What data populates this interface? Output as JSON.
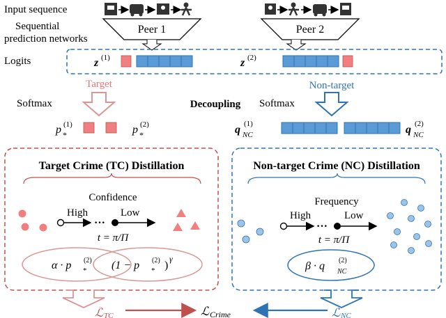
{
  "labels": {
    "input_sequence": "Input sequence",
    "sequential_line1": "Sequential",
    "sequential_line2": "prediction networks",
    "peer1": "Peer  1",
    "peer2": "Peer  2",
    "logits": "Logits",
    "z1_base": "z",
    "z1_sup": "(1)",
    "z2_base": "z",
    "z2_sup": "(2)",
    "target": "Target",
    "non_target": "Non-target",
    "softmax_left": "Softmax",
    "softmax_right": "Softmax",
    "decoupling": "Decoupling",
    "p1_base": "p",
    "p1_sub": "*",
    "p1_sup": "(1)",
    "p2_base": "p",
    "p2_sub": "*",
    "p2_sup": "(2)",
    "q1_base": "q",
    "q1_sub": "NC",
    "q1_sup": "(1)",
    "q2_base": "q",
    "q2_sub": "NC",
    "q2_sup": "(2)",
    "tc_title": "Target Crime (TC) Distillation",
    "nc_title": "Non-target Crime (NC) Distillation",
    "confidence": "Confidence",
    "frequency": "Frequency",
    "high_left": "High",
    "low_left": "Low",
    "high_right": "High",
    "low_right": "Low",
    "ellipsis_left": "···",
    "ellipsis_right": "···",
    "t_formula_left": "t = π/Π",
    "t_formula_right": "t = π/Π",
    "alpha_expr": "α · p",
    "alpha_sub": "*",
    "alpha_sup": "(2)",
    "one_minus_expr": "(1 − p",
    "one_minus_sub": "*",
    "one_minus_sup": "(2)",
    "one_minus_close": ")",
    "gamma": "γ",
    "beta_expr": "β · q",
    "beta_sub": "NC",
    "beta_sup": "(2)",
    "l_tc_base": "ℒ",
    "l_tc_sub": "TC",
    "l_crime_base": "ℒ",
    "l_crime_sub": "Crime",
    "l_nc_base": "ℒ",
    "l_nc_sub": "NC"
  },
  "colors": {
    "target_red": "#e8787a",
    "target_red_dark": "#c0504d",
    "target_soft": "#d99694",
    "nc_blue": "#2e74b5",
    "nc_blue_light": "#9dc3e6",
    "nc_fill": "#5b9bd5",
    "red_fill": "#f08080"
  },
  "icons": [
    "criminal-scene-icon",
    "crime-icon",
    "arrow-right-icon",
    "funnel-peer-icon"
  ]
}
